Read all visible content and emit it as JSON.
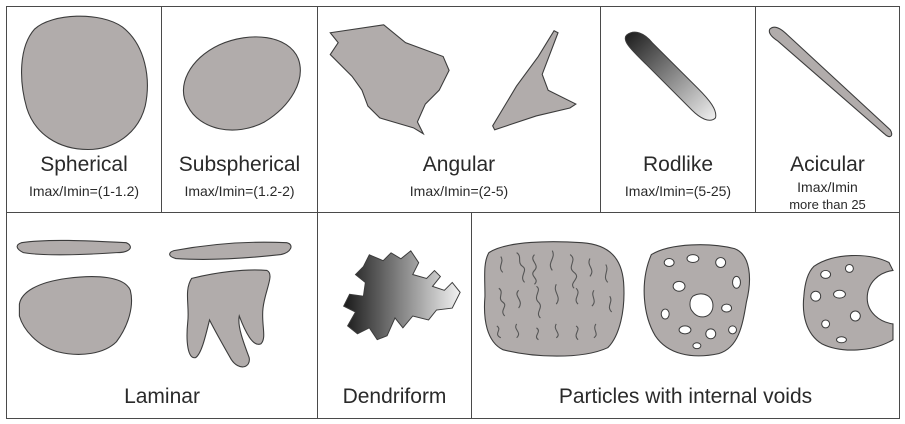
{
  "colors": {
    "particle_fill": "#b1acab",
    "outline": "#3c3c3c",
    "border": "#4a4a4a"
  },
  "cells": {
    "spherical": {
      "name": "Spherical",
      "ratio": "Imax/Imin=(1-1.2)"
    },
    "subspherical": {
      "name": "Subspherical",
      "ratio": "Imax/Imin=(1.2-2)"
    },
    "angular": {
      "name": "Angular",
      "ratio": "Imax/Imin=(2-5)"
    },
    "rodlike": {
      "name": "Rodlike",
      "ratio": "Imax/Imin=(5-25)"
    },
    "acicular": {
      "name": "Acicular",
      "ratio": "Imax/Imin",
      "note": "more than 25"
    },
    "laminar": {
      "name": "Laminar"
    },
    "dendriform": {
      "name": "Dendriform"
    },
    "voids": {
      "name": "Particles with internal voids"
    }
  }
}
